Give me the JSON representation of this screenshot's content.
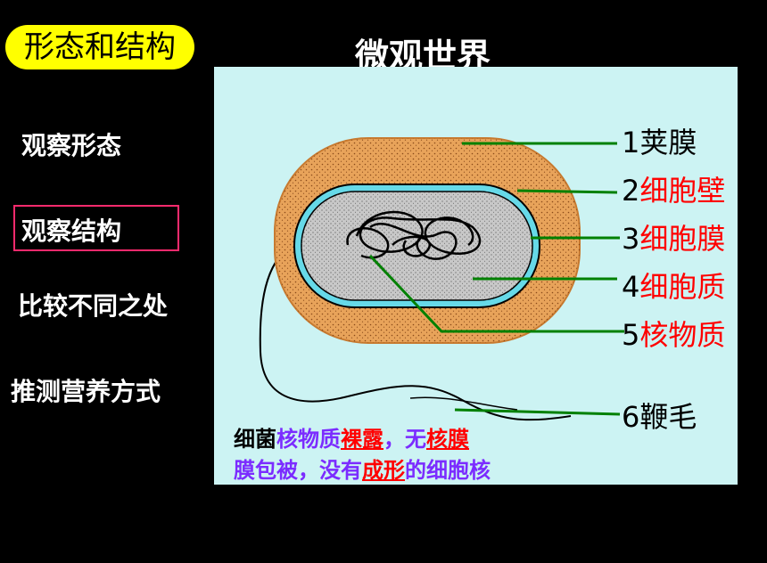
{
  "badge": "形态和结构",
  "title": "微观世界",
  "menu": {
    "item1": "观察形态",
    "item2": "观察结构",
    "item3": "比较不同之处",
    "item4": "推测营养方式"
  },
  "labels": [
    {
      "num": "1",
      "text": "荚膜",
      "color": "#000000"
    },
    {
      "num": "2",
      "text": "细胞壁",
      "color": "#ff0000"
    },
    {
      "num": "3",
      "text": "细胞膜",
      "color": "#ff0000"
    },
    {
      "num": "4",
      "text": "细胞质",
      "color": "#ff0000"
    },
    {
      "num": "5",
      "text": "核物质",
      "color": "#ff0000"
    },
    {
      "num": "6",
      "text": "鞭毛",
      "color": "#000000"
    }
  ],
  "note": {
    "l1a": "细菌",
    "l1b": "核物质",
    "l1c": "裸露",
    "l1d": "，无",
    "l1e": "核膜",
    "l2a": "膜包被，没有",
    "l2b": "成形",
    "l2c": "的细胞核"
  },
  "colors": {
    "capsule": "#e8a35a",
    "pointer": "#008000",
    "wall": "#66d9e8",
    "cytoplasm": "#c8c8c8"
  }
}
